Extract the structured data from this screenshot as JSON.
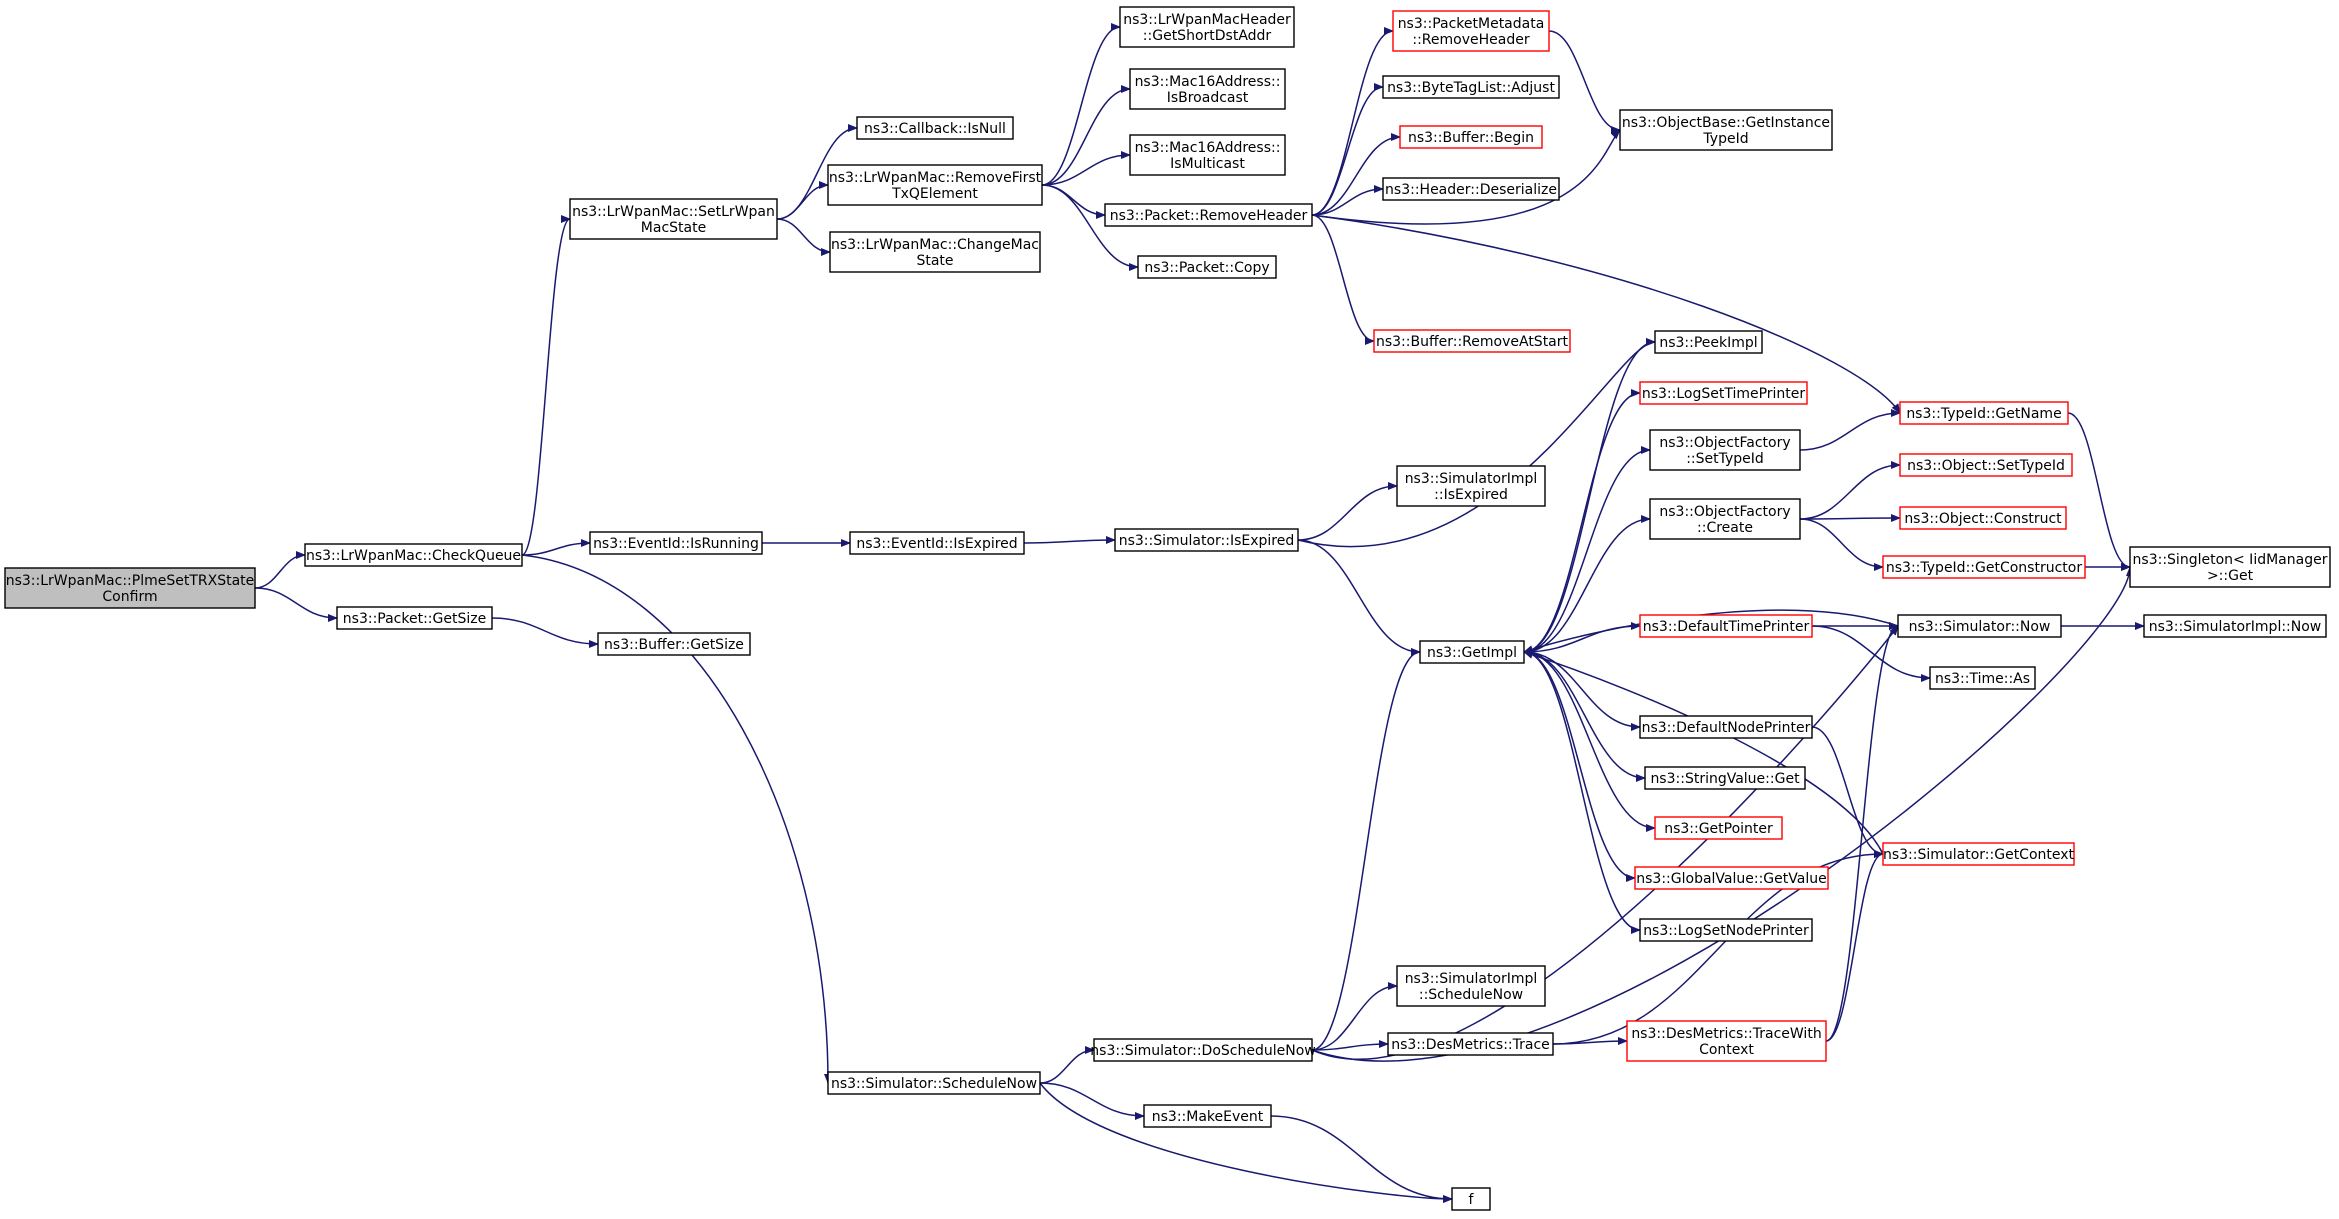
{
  "colors": {
    "edge": "#191970",
    "node_border": "#000000",
    "node_border_truncated": "#ff0000",
    "root_fill": "#bfbfbf"
  },
  "nodes": [
    {
      "id": "root",
      "lines": [
        "ns3::LrWpanMac::PlmeSetTRXState",
        "Confirm"
      ],
      "style": "root"
    },
    {
      "id": "checkqueue",
      "lines": [
        "ns3::LrWpanMac::CheckQueue"
      ]
    },
    {
      "id": "pkt_getsize",
      "lines": [
        "ns3::Packet::GetSize"
      ]
    },
    {
      "id": "buf_getsize",
      "lines": [
        "ns3::Buffer::GetSize"
      ]
    },
    {
      "id": "setlrwpan",
      "lines": [
        "ns3::LrWpanMac::SetLrWpan",
        "MacState"
      ]
    },
    {
      "id": "cb_isnull",
      "lines": [
        "ns3::Callback::IsNull"
      ]
    },
    {
      "id": "removefirst",
      "lines": [
        "ns3::LrWpanMac::RemoveFirst",
        "TxQElement"
      ]
    },
    {
      "id": "changemac",
      "lines": [
        "ns3::LrWpanMac::ChangeMac",
        "State"
      ]
    },
    {
      "id": "getshortdst",
      "lines": [
        "ns3::LrWpanMacHeader",
        "::GetShortDstAddr"
      ]
    },
    {
      "id": "isbroadcast",
      "lines": [
        "ns3::Mac16Address::",
        "IsBroadcast"
      ]
    },
    {
      "id": "ismulticast",
      "lines": [
        "ns3::Mac16Address::",
        "IsMulticast"
      ]
    },
    {
      "id": "removeheader",
      "lines": [
        "ns3::Packet::RemoveHeader"
      ]
    },
    {
      "id": "pkt_copy",
      "lines": [
        "ns3::Packet::Copy"
      ]
    },
    {
      "id": "pm_removeheader",
      "lines": [
        "ns3::PacketMetadata",
        "::RemoveHeader"
      ],
      "style": "red"
    },
    {
      "id": "btl_adjust",
      "lines": [
        "ns3::ByteTagList::Adjust"
      ]
    },
    {
      "id": "buf_begin",
      "lines": [
        "ns3::Buffer::Begin"
      ],
      "style": "red"
    },
    {
      "id": "hdr_deser",
      "lines": [
        "ns3::Header::Deserialize"
      ]
    },
    {
      "id": "buf_removeatstart",
      "lines": [
        "ns3::Buffer::RemoveAtStart"
      ],
      "style": "red"
    },
    {
      "id": "getinstancetypeid",
      "lines": [
        "ns3::ObjectBase::GetInstance",
        "TypeId"
      ]
    },
    {
      "id": "ev_isrunning",
      "lines": [
        "ns3::EventId::IsRunning"
      ]
    },
    {
      "id": "ev_isexpired",
      "lines": [
        "ns3::EventId::IsExpired"
      ]
    },
    {
      "id": "sim_isexpired",
      "lines": [
        "ns3::Simulator::IsExpired"
      ]
    },
    {
      "id": "simimpl_isexpired",
      "lines": [
        "ns3::SimulatorImpl",
        "::IsExpired"
      ]
    },
    {
      "id": "getimpl",
      "lines": [
        "ns3::GetImpl"
      ]
    },
    {
      "id": "peekimpl",
      "lines": [
        "ns3::PeekImpl"
      ]
    },
    {
      "id": "logsettimeprinter",
      "lines": [
        "ns3::LogSetTimePrinter"
      ],
      "style": "red"
    },
    {
      "id": "of_settypeid",
      "lines": [
        "ns3::ObjectFactory",
        "::SetTypeId"
      ]
    },
    {
      "id": "of_create",
      "lines": [
        "ns3::ObjectFactory",
        "::Create"
      ]
    },
    {
      "id": "typeid_getname",
      "lines": [
        "ns3::TypeId::GetName"
      ],
      "style": "red"
    },
    {
      "id": "obj_settypeid",
      "lines": [
        "ns3::Object::SetTypeId"
      ],
      "style": "red"
    },
    {
      "id": "obj_construct",
      "lines": [
        "ns3::Object::Construct"
      ],
      "style": "red"
    },
    {
      "id": "typeid_getctor",
      "lines": [
        "ns3::TypeId::GetConstructor"
      ],
      "style": "red"
    },
    {
      "id": "singleton_get",
      "lines": [
        "ns3::Singleton< IidManager",
        " >::Get"
      ]
    },
    {
      "id": "defaulttimeprinter",
      "lines": [
        "ns3::DefaultTimePrinter"
      ],
      "style": "red"
    },
    {
      "id": "sim_now",
      "lines": [
        "ns3::Simulator::Now"
      ]
    },
    {
      "id": "simimpl_now",
      "lines": [
        "ns3::SimulatorImpl::Now"
      ]
    },
    {
      "id": "time_as",
      "lines": [
        "ns3::Time::As"
      ]
    },
    {
      "id": "defaultnodeprinter",
      "lines": [
        "ns3::DefaultNodePrinter"
      ]
    },
    {
      "id": "stringvalue_get",
      "lines": [
        "ns3::StringValue::Get"
      ]
    },
    {
      "id": "getpointer",
      "lines": [
        "ns3::GetPointer"
      ],
      "style": "red"
    },
    {
      "id": "gv_getvalue",
      "lines": [
        "ns3::GlobalValue::GetValue"
      ],
      "style": "red"
    },
    {
      "id": "logsetnodeprinter",
      "lines": [
        "ns3::LogSetNodePrinter"
      ]
    },
    {
      "id": "sim_getcontext",
      "lines": [
        "ns3::Simulator::GetContext"
      ],
      "style": "red"
    },
    {
      "id": "simimpl_schedulenow",
      "lines": [
        "ns3::SimulatorImpl",
        "::ScheduleNow"
      ]
    },
    {
      "id": "sim_doschedulenow",
      "lines": [
        "ns3::Simulator::DoScheduleNow"
      ]
    },
    {
      "id": "desmetrics_trace",
      "lines": [
        "ns3::DesMetrics::Trace"
      ]
    },
    {
      "id": "desmetrics_tracewith",
      "lines": [
        "ns3::DesMetrics::TraceWith",
        "Context"
      ],
      "style": "red"
    },
    {
      "id": "sim_schedulenow",
      "lines": [
        "ns3::Simulator::ScheduleNow"
      ]
    },
    {
      "id": "makeevent",
      "lines": [
        "ns3::MakeEvent"
      ]
    },
    {
      "id": "f",
      "lines": [
        "f"
      ]
    }
  ],
  "edges": [
    [
      "root",
      "checkqueue"
    ],
    [
      "root",
      "pkt_getsize"
    ],
    [
      "pkt_getsize",
      "buf_getsize"
    ],
    [
      "checkqueue",
      "setlrwpan"
    ],
    [
      "checkqueue",
      "ev_isrunning"
    ],
    [
      "checkqueue",
      "sim_schedulenow"
    ],
    [
      "setlrwpan",
      "cb_isnull"
    ],
    [
      "setlrwpan",
      "removefirst"
    ],
    [
      "setlrwpan",
      "changemac"
    ],
    [
      "removefirst",
      "getshortdst"
    ],
    [
      "removefirst",
      "isbroadcast"
    ],
    [
      "removefirst",
      "ismulticast"
    ],
    [
      "removefirst",
      "removeheader"
    ],
    [
      "removefirst",
      "pkt_copy"
    ],
    [
      "removeheader",
      "pm_removeheader"
    ],
    [
      "removeheader",
      "btl_adjust"
    ],
    [
      "removeheader",
      "buf_begin"
    ],
    [
      "removeheader",
      "hdr_deser"
    ],
    [
      "removeheader",
      "getinstancetypeid"
    ],
    [
      "removeheader",
      "buf_removeatstart"
    ],
    [
      "removeheader",
      "typeid_getname"
    ],
    [
      "pm_removeheader",
      "getinstancetypeid"
    ],
    [
      "ev_isrunning",
      "ev_isexpired"
    ],
    [
      "ev_isexpired",
      "sim_isexpired"
    ],
    [
      "sim_isexpired",
      "simimpl_isexpired"
    ],
    [
      "sim_isexpired",
      "peekimpl"
    ],
    [
      "sim_isexpired",
      "getimpl"
    ],
    [
      "getimpl",
      "peekimpl"
    ],
    [
      "getimpl",
      "logsettimeprinter"
    ],
    [
      "getimpl",
      "of_settypeid"
    ],
    [
      "getimpl",
      "of_create"
    ],
    [
      "getimpl",
      "defaulttimeprinter"
    ],
    [
      "getimpl",
      "defaultnodeprinter"
    ],
    [
      "getimpl",
      "stringvalue_get"
    ],
    [
      "getimpl",
      "getpointer"
    ],
    [
      "getimpl",
      "gv_getvalue"
    ],
    [
      "getimpl",
      "logsetnodeprinter"
    ],
    [
      "of_settypeid",
      "typeid_getname"
    ],
    [
      "typeid_getname",
      "singleton_get"
    ],
    [
      "of_create",
      "obj_settypeid"
    ],
    [
      "of_create",
      "obj_construct"
    ],
    [
      "of_create",
      "typeid_getctor"
    ],
    [
      "typeid_getctor",
      "singleton_get"
    ],
    [
      "defaulttimeprinter",
      "sim_now"
    ],
    [
      "defaulttimeprinter",
      "time_as"
    ],
    [
      "sim_now",
      "simimpl_now"
    ],
    [
      "sim_now",
      "getimpl"
    ],
    [
      "defaultnodeprinter",
      "sim_getcontext"
    ],
    [
      "sim_getcontext",
      "getimpl"
    ],
    [
      "sim_schedulenow",
      "sim_doschedulenow"
    ],
    [
      "sim_schedulenow",
      "makeevent"
    ],
    [
      "sim_schedulenow",
      "f"
    ],
    [
      "makeevent",
      "f"
    ],
    [
      "sim_doschedulenow",
      "getimpl"
    ],
    [
      "sim_doschedulenow",
      "simimpl_schedulenow"
    ],
    [
      "sim_doschedulenow",
      "desmetrics_trace"
    ],
    [
      "sim_doschedulenow",
      "sim_now"
    ],
    [
      "sim_doschedulenow",
      "singleton_get"
    ],
    [
      "desmetrics_trace",
      "sim_getcontext"
    ],
    [
      "desmetrics_trace",
      "desmetrics_tracewith"
    ],
    [
      "desmetrics_tracewith",
      "sim_getcontext"
    ],
    [
      "desmetrics_tracewith",
      "sim_now"
    ]
  ]
}
